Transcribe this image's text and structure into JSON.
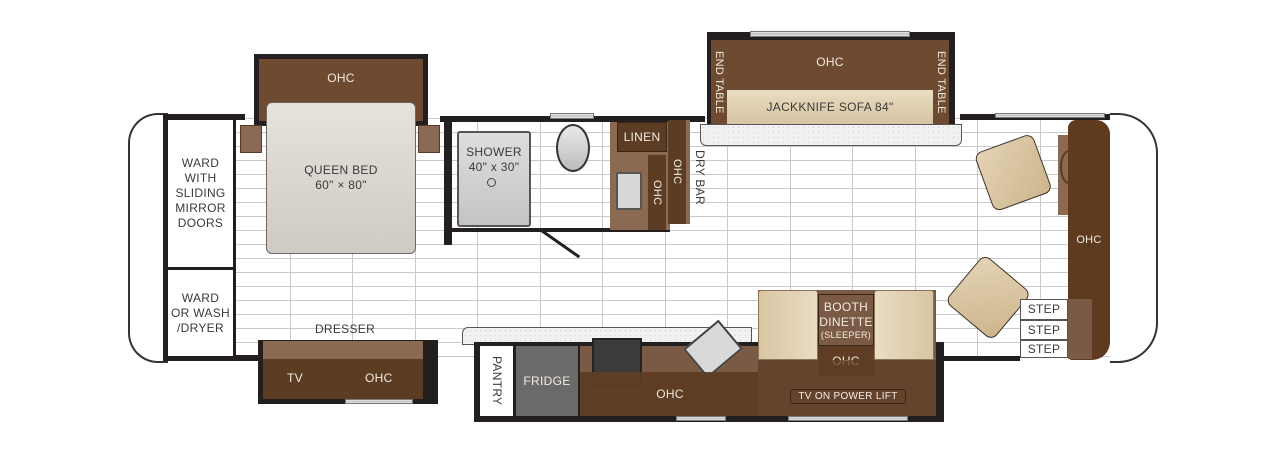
{
  "floorplan": {
    "rooms": {
      "wardrobe_sliding": "WARD\nWITH\nSLIDING\nMIRROR\nDOORS",
      "wardrobe_wash": "WARD\nOR WASH\n/DRYER",
      "bed_ohc": "OHC",
      "queen_bed": "QUEEN BED\n60\" × 80\"",
      "dresser": "DRESSER",
      "tv": "TV",
      "dresser_ohc": "OHC",
      "shower": "SHOWER\n40\" x 30\"",
      "linen": "LINEN",
      "bath_ohc": "OHC",
      "dry_bar_ohc": "OHC",
      "dry_bar": "DRY BAR",
      "end_table_left": "END TABLE",
      "end_table_right": "END TABLE",
      "sofa_ohc": "OHC",
      "sofa": "JACKKNIFE SOFA 84\"",
      "cab_ohc": "OHC",
      "step_1": "STEP",
      "step_2": "STEP",
      "step_3": "STEP",
      "pantry": "PANTRY",
      "fridge": "FRIDGE",
      "kitchen_ohc": "OHC",
      "dinette": "BOOTH\nDINETTE",
      "dinette_note": "(SLEEPER)",
      "dinette_ohc": "OHC",
      "tv_lift": "TV ON POWER LIFT"
    },
    "colors": {
      "wall": "#231f20",
      "wood_dark": "#5a3a24",
      "wood_mid": "#7a5a44",
      "wood_light": "#8c6a52",
      "fabric": "#e0cfae",
      "bed": "#dcd8d2",
      "fridge": "#6a6a6a",
      "floor_line": "#c9c9c9"
    }
  }
}
